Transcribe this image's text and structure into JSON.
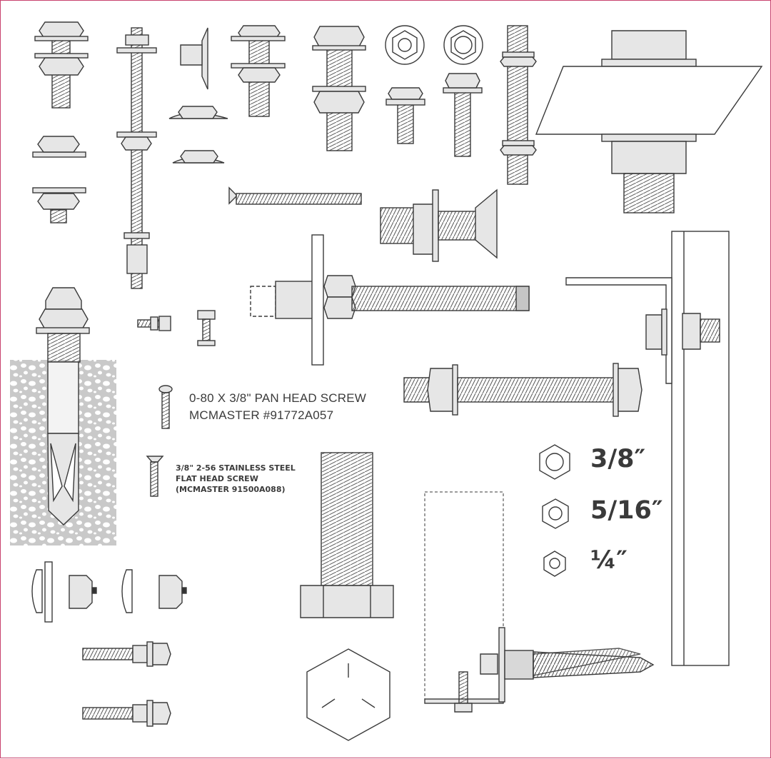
{
  "labels": {
    "pan_head_line1": "0-80 X 3/8\" PAN HEAD SCREW",
    "pan_head_line2": "MCMASTER #91772A057",
    "flat_head_line1": "3/8\" 2-56 STAINLESS STEEL",
    "flat_head_line2": "FLAT HEAD SCREW",
    "flat_head_line3": "(MCMASTER 91500A088)"
  },
  "nut_sizes": [
    "3/8″",
    "5/16″",
    "¼″"
  ],
  "colors": {
    "frame_border": "#c8426e",
    "line": "#3a3a3a",
    "metal_fill": "#e6e6e6",
    "concrete": "#c9c9c9"
  }
}
